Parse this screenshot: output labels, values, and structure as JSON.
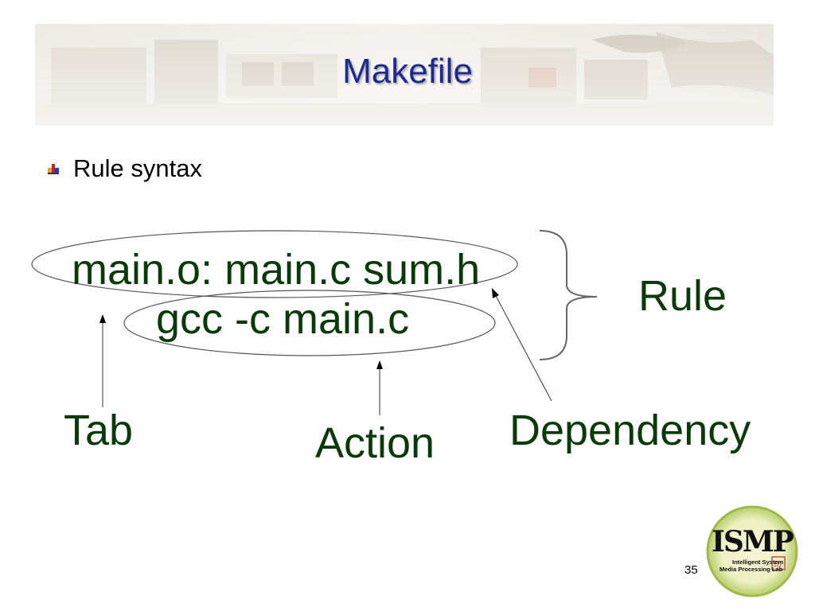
{
  "slide": {
    "title": "Makefile",
    "bullet": "Rule syntax",
    "code": {
      "line1": "main.o: main.c sum.h",
      "line2": "gcc -c main.c"
    },
    "labels": {
      "rule": "Rule",
      "tab": "Tab",
      "action": "Action",
      "dependency": "Dependency"
    },
    "logo": {
      "main": "ISMP",
      "line1": "Intelligent  System",
      "line2": "Media  Processing Lab"
    },
    "page_number": "35"
  },
  "colors": {
    "title": "#1f2a8c",
    "diagram_text": "#0a3a0a",
    "body_text": "#000000"
  }
}
